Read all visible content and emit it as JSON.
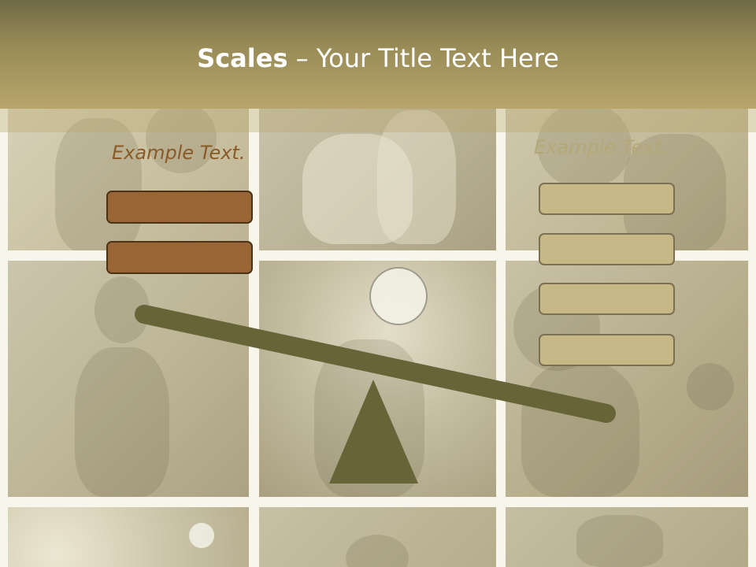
{
  "slide": {
    "title_bold": "Scales",
    "title_rest": " – Your Title Text Here",
    "left_example_text": "Example Text.",
    "right_example_text": "Example Text."
  },
  "colors": {
    "header": "#9a8d58",
    "left_boxes": "#9a6535",
    "right_boxes": "#c6b887",
    "seesaw": "#676538",
    "left_text": "#8a5a28",
    "right_text": "#b4a878"
  },
  "left_boxes": [
    {},
    {}
  ],
  "right_boxes": [
    {},
    {},
    {},
    {}
  ],
  "background_photos": [
    "football-players-photo",
    "ice-skates-photo",
    "boxer-photo",
    "fitness-woman-photo",
    "soccer-ball-photo",
    "muscular-man-photo",
    "golf-ball-photo",
    "athlete-photo",
    "boots-photo"
  ]
}
